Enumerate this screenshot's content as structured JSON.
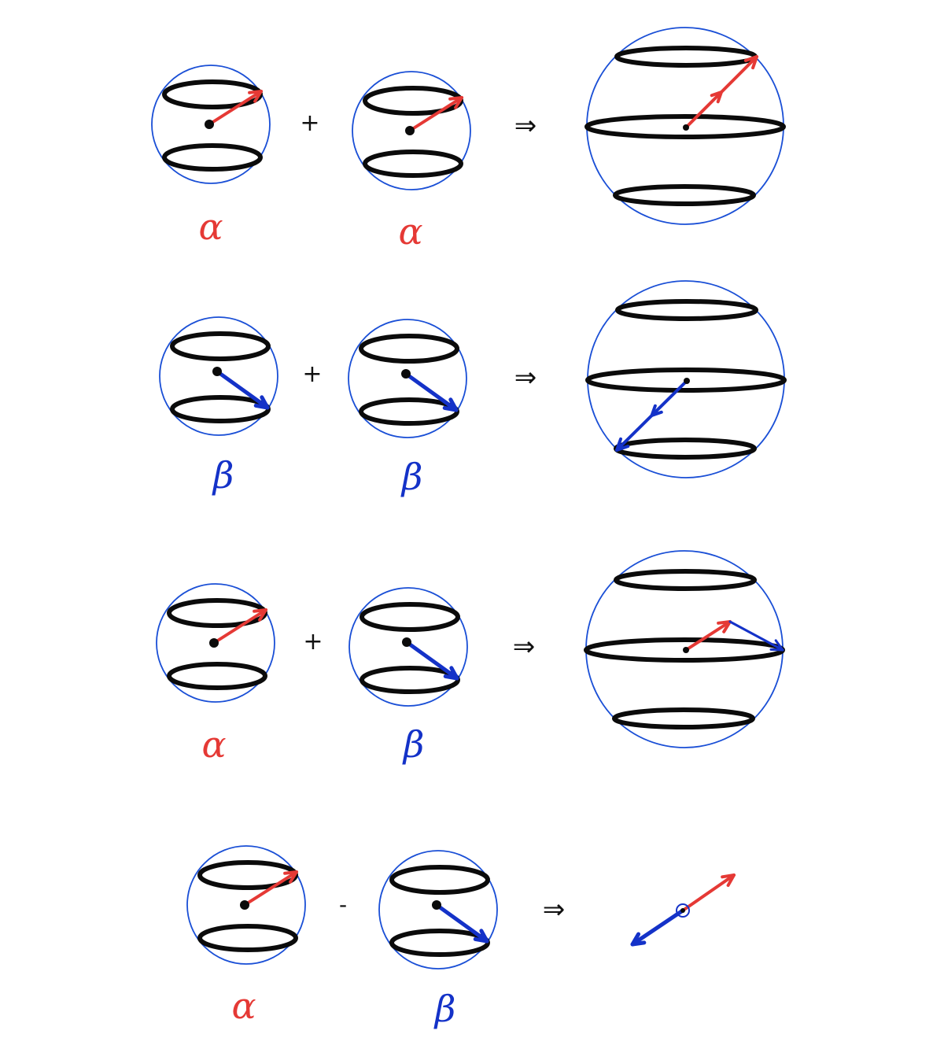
{
  "colors": {
    "background": "#ffffff",
    "sphere_outline": "#1a4fd6",
    "orbit_ring": "#0b0b0b",
    "alpha_spin": "#e53935",
    "beta_spin": "#1432c8",
    "nucleus": "#0b0b0b"
  },
  "symbols": {
    "alpha": "α",
    "beta": "β",
    "plus": "+",
    "minus": "-",
    "implies": "⇒"
  },
  "rows": [
    {
      "label": "alpha-plus-alpha",
      "left_spin": "alpha",
      "operator": "plus",
      "right_spin": "alpha",
      "result": "alpha-alpha-combined"
    },
    {
      "label": "beta-plus-beta",
      "left_spin": "beta",
      "operator": "plus",
      "right_spin": "beta",
      "result": "beta-beta-combined"
    },
    {
      "label": "alpha-plus-beta",
      "left_spin": "alpha",
      "operator": "plus",
      "right_spin": "beta",
      "result": "alpha-beta-combined"
    },
    {
      "label": "alpha-minus-beta",
      "left_spin": "alpha",
      "operator": "minus",
      "right_spin": "beta",
      "result": "cancelled-opposite-vectors"
    }
  ]
}
